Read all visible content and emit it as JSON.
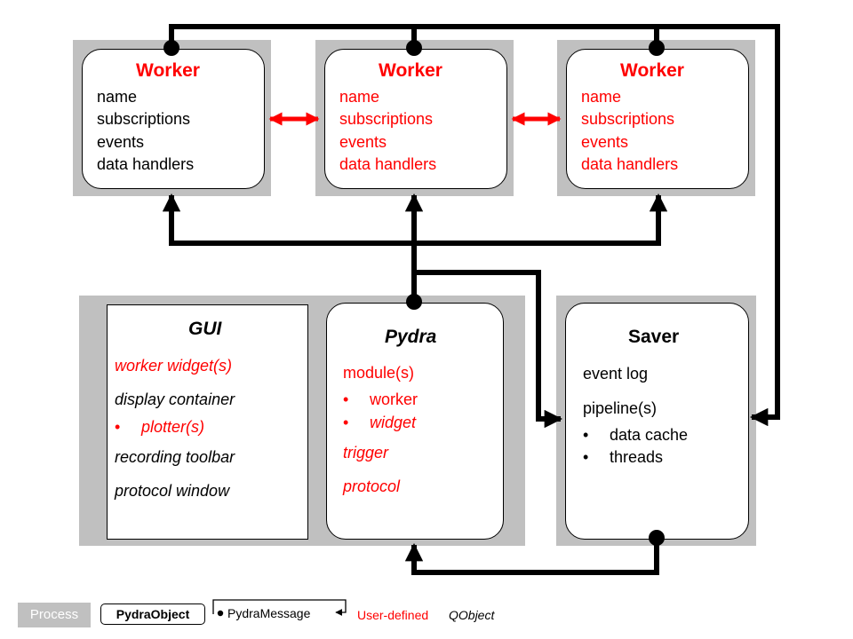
{
  "workers": [
    {
      "title": "Worker",
      "fields": [
        "name",
        "subscriptions",
        "events",
        "data handlers"
      ]
    },
    {
      "title": "Worker",
      "fields": [
        "name",
        "subscriptions",
        "events",
        "data handlers"
      ]
    },
    {
      "title": "Worker",
      "fields": [
        "name",
        "subscriptions",
        "events",
        "data handlers"
      ]
    }
  ],
  "gui": {
    "title": "GUI",
    "items": [
      "worker widget(s)",
      "display container",
      "plotter(s)",
      "recording toolbar",
      "protocol window"
    ]
  },
  "pydra": {
    "title": "Pydra",
    "modules": "module(s)",
    "bullets": [
      "worker",
      "widget"
    ],
    "trigger": "trigger",
    "protocol": "protocol"
  },
  "saver": {
    "title": "Saver",
    "event_log": "event log",
    "pipelines": "pipeline(s)",
    "bullets": [
      "data cache",
      "threads"
    ]
  },
  "legend": {
    "process": "Process",
    "pydra_object": "PydraObject",
    "pydra_message": "PydraMessage",
    "user_defined": "User-defined",
    "qobject": "QObject"
  },
  "colors": {
    "user_defined": "#ff0000",
    "process": "#c0c0c0",
    "message": "#000000"
  }
}
